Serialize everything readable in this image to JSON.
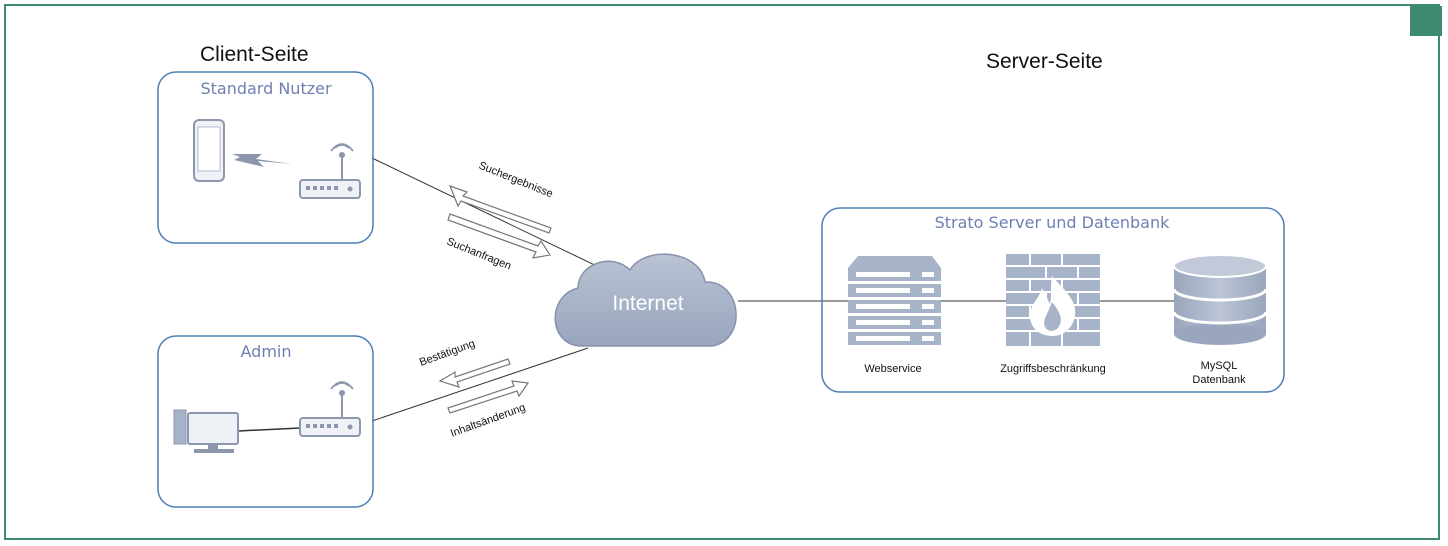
{
  "headings": {
    "client": "Client-Seite",
    "server": "Server-Seite"
  },
  "boxes": {
    "standard_user": "Standard Nutzer",
    "admin": "Admin",
    "server": "Strato Server und Datenbank"
  },
  "cloud": {
    "label": "Internet"
  },
  "arrows": {
    "search_results": "Suchergebnisse",
    "search_queries": "Suchanfragen",
    "confirmation": "Bestätigung",
    "content_change": "Inhaltsänderung"
  },
  "server_items": {
    "webservice": "Webservice",
    "access": "Zugriffsbeschränkung",
    "db_line1": "MySQL",
    "db_line2": "Datenbank"
  },
  "colors": {
    "frame": "#3d8a6e",
    "box_border": "#4a7fb5",
    "box_title": "#6f7fb3",
    "icon_fill": "#a7b3c9",
    "icon_stroke": "#8c97ad"
  }
}
